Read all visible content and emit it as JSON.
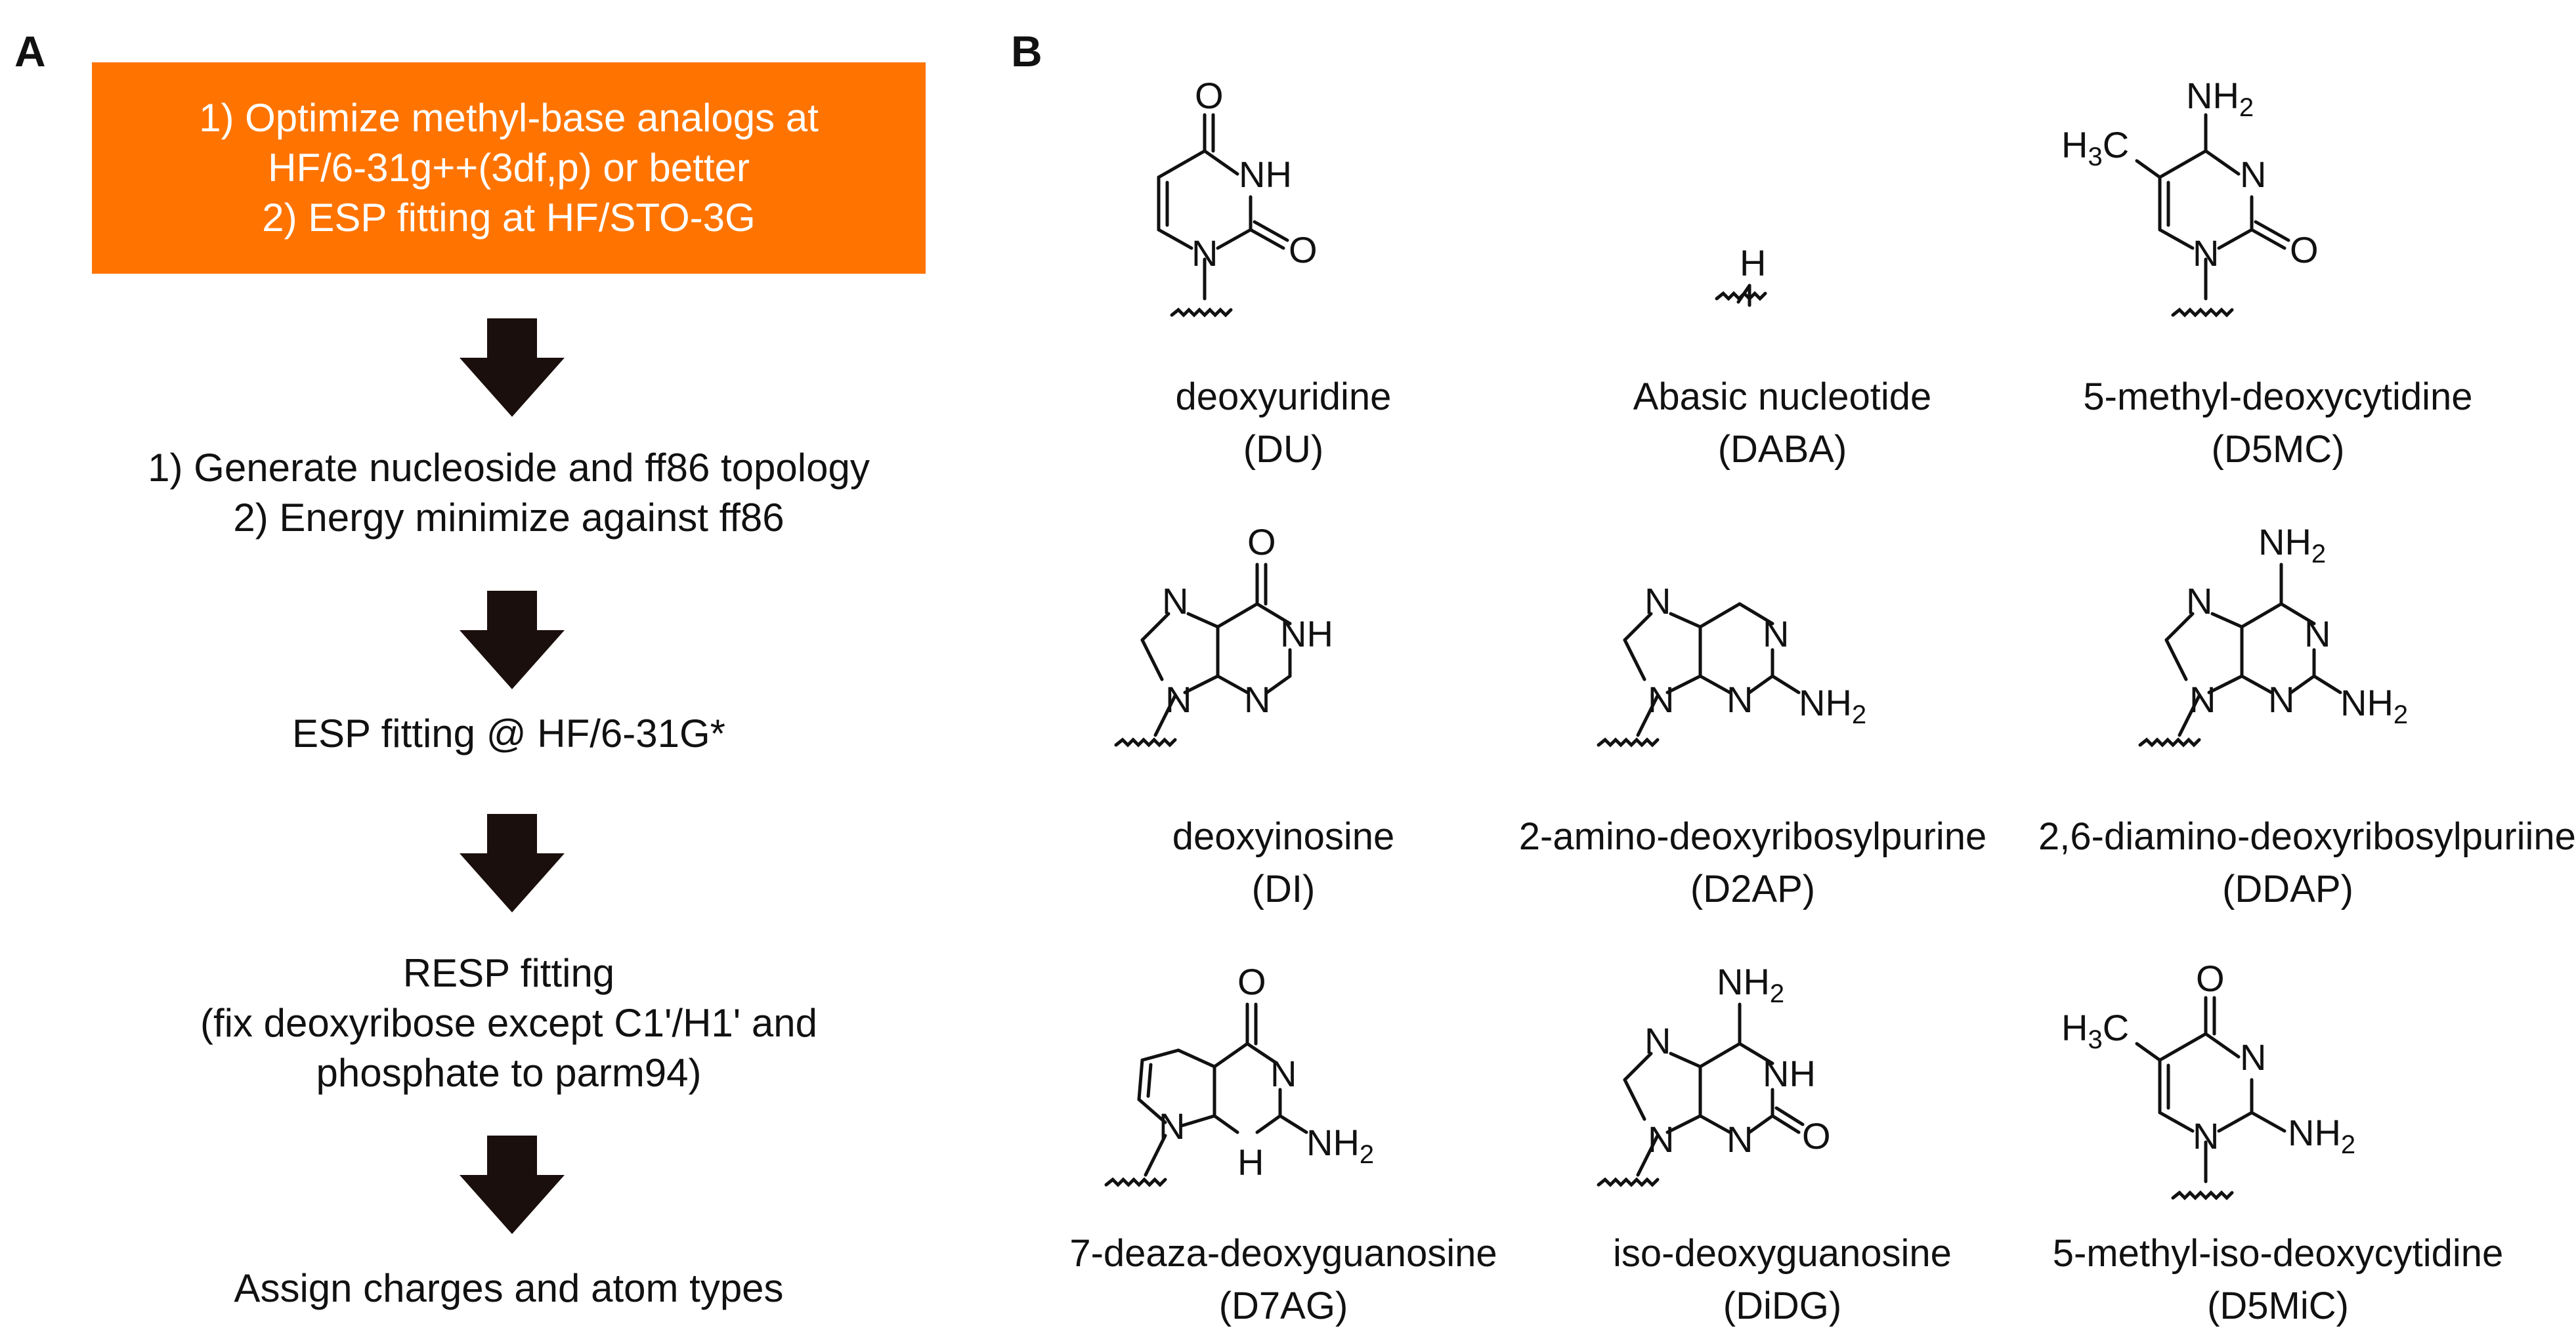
{
  "panels": {
    "a": "A",
    "b": "B"
  },
  "workflow": {
    "box_color": "#ff7400",
    "box_lines": [
      "1) Optimize methyl-base analogs at",
      "HF/6-31g++(3df,p) or better",
      "2) ESP fitting at HF/STO-3G"
    ],
    "step2_lines": [
      "1) Generate nucleoside  and ff86 topology",
      "2) Energy minimize against ff86"
    ],
    "step3_lines": [
      "ESP fitting @ HF/6-31G*"
    ],
    "step4_lines": [
      "RESP fitting",
      "(fix deoxyribose except C1'/H1' and",
      "phosphate to parm94)"
    ],
    "step5_lines": [
      "Assign charges and atom types"
    ],
    "arrow_color": "#1a0f0c"
  },
  "molecules": [
    {
      "name": "deoxyuridine",
      "abbr": "(DU)",
      "atoms": [
        "O",
        "NH",
        "N",
        "O"
      ]
    },
    {
      "name": "Abasic nucleotide",
      "abbr": "(DABA)",
      "atoms": [
        "H"
      ]
    },
    {
      "name": "5-methyl-deoxycytidine",
      "abbr": "(D5MC)",
      "atoms": [
        "NH2",
        "H3C",
        "N",
        "N",
        "O"
      ]
    },
    {
      "name": "deoxyinosine",
      "abbr": "(DI)",
      "atoms": [
        "O",
        "N",
        "NH",
        "N",
        "N"
      ]
    },
    {
      "name": "2-amino-deoxyribosylpurine",
      "abbr": "(D2AP)",
      "atoms": [
        "N",
        "N",
        "N",
        "N",
        "NH2"
      ]
    },
    {
      "name": "2,6-diamino-deoxyribosylpuriine",
      "abbr": "(DDAP)",
      "atoms": [
        "NH2",
        "N",
        "N",
        "N",
        "N",
        "NH2"
      ]
    },
    {
      "name": "7-deaza-deoxyguanosine",
      "abbr": "(D7AG)",
      "atoms": [
        "O",
        "N",
        "N",
        "H",
        "NH2"
      ]
    },
    {
      "name": "iso-deoxyguanosine",
      "abbr": "(DiDG)",
      "atoms": [
        "NH2",
        "N",
        "NH",
        "N",
        "N",
        "O"
      ]
    },
    {
      "name": "5-methyl-iso-deoxycytidine",
      "abbr": "(D5MiC)",
      "atoms": [
        "O",
        "H3C",
        "N",
        "N",
        "NH2"
      ]
    }
  ]
}
